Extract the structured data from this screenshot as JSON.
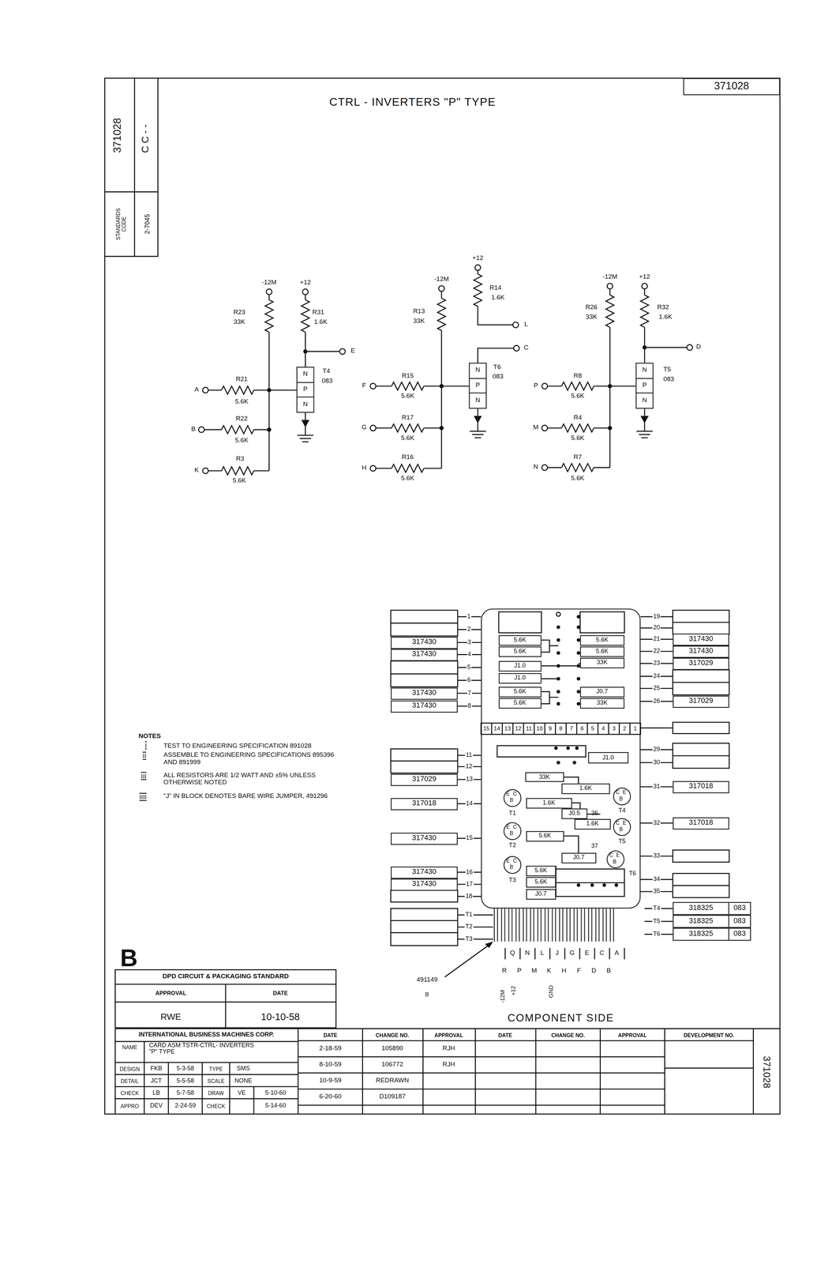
{
  "diagram": {
    "title": "CTRL - INVERTERS \"P\" TYPE",
    "nodes": [
      {
        "text": [
          "371028"
        ]
      },
      {
        "text": [
          "N",
          "P",
          "N"
        ]
      },
      {
        "text": [
          "N",
          "P",
          "N"
        ]
      },
      {
        "text": [
          "N",
          "P",
          "N"
        ]
      },
      {
        "text": [
          "317430"
        ]
      },
      {
        "text": [
          "317430"
        ]
      },
      {
        "text": [
          "317430"
        ]
      },
      {
        "text": [
          "317430"
        ]
      },
      {
        "text": [
          "COMPONENT SIDE"
        ]
      },
      {
        "text": [
          "5.6K"
        ],
        "in": 8
      },
      {
        "text": [
          "5.6K"
        ],
        "in": 8
      },
      {
        "text": [
          "J1.0"
        ],
        "in": 8
      },
      {
        "text": [
          "J1.0"
        ],
        "in": 8
      },
      {
        "text": [
          "5.6K"
        ],
        "in": 8
      },
      {
        "text": [
          "5.6K"
        ],
        "in": 8
      },
      {
        "text": [
          "5.6K"
        ],
        "in": 8
      },
      {
        "text": [
          "5.6K"
        ],
        "in": 8
      },
      {
        "text": [
          "33K"
        ],
        "in": 8
      },
      {
        "text": [
          "J0.7"
        ],
        "in": 8
      },
      {
        "text": [
          "33K"
        ],
        "in": 8
      },
      {
        "text": [
          "J1.0"
        ],
        "in": 8
      },
      {
        "text": [
          "33K"
        ],
        "in": 8
      },
      {
        "text": [
          "1.6K"
        ],
        "in": 8
      },
      {
        "text": [
          "E",
          "C",
          "B"
        ],
        "in": 8
      },
      {
        "text": [
          "C",
          "E",
          "B"
        ],
        "in": 8
      },
      {
        "text": [
          "1.6K"
        ],
        "in": 8
      },
      {
        "text": [
          "J0.5"
        ],
        "in": 8
      },
      {
        "text": [
          "1.6K"
        ],
        "in": 8
      },
      {
        "text": [
          "E",
          "C",
          "B"
        ],
        "in": 8
      },
      {
        "text": [
          "C",
          "E",
          "B"
        ],
        "in": 8
      },
      {
        "text": [
          "5.6K"
        ],
        "in": 8
      },
      {
        "text": [
          "J0.7"
        ],
        "in": 8
      },
      {
        "text": [
          "E",
          "C",
          "B"
        ],
        "in": 8
      },
      {
        "text": [
          "C",
          "E",
          "B"
        ],
        "in": 8
      },
      {
        "text": [
          "5.6K"
        ],
        "in": 8
      },
      {
        "text": [
          "5.6K"
        ],
        "in": 8
      },
      {
        "text": [
          "J0.7"
        ],
        "in": 8
      },
      {
        "text": [
          "317430"
        ]
      },
      {
        "text": [
          "317430"
        ]
      },
      {
        "text": [
          "317029"
        ]
      },
      {
        "text": [
          "317029"
        ]
      },
      {
        "text": [
          "317029"
        ]
      },
      {
        "text": [
          "317018"
        ]
      },
      {
        "text": [
          "317430"
        ]
      },
      {
        "text": [
          "317430"
        ]
      },
      {
        "text": [
          "317430"
        ]
      },
      {
        "text": [
          "317018"
        ]
      },
      {
        "text": [
          "317018"
        ]
      },
      {
        "text": [
          "318325",
          "083"
        ]
      },
      {
        "text": [
          "318325",
          "083"
        ]
      },
      {
        "text": [
          "318325",
          "083"
        ]
      }
    ],
    "edges": [
      {
        "from": 4,
        "to": 8,
        "arrow": "none",
        "label": "3"
      },
      {
        "from": 5,
        "to": 8,
        "arrow": "none",
        "label": "4"
      },
      {
        "from": 6,
        "to": 8,
        "arrow": "none",
        "label": "7"
      },
      {
        "from": 7,
        "to": 8,
        "arrow": "none",
        "label": "8"
      },
      {
        "from": 41,
        "to": 8,
        "arrow": "none",
        "label": "13"
      },
      {
        "from": 42,
        "to": 8,
        "arrow": "none",
        "label": "14"
      },
      {
        "from": 43,
        "to": 8,
        "arrow": "none",
        "label": "15"
      },
      {
        "from": 44,
        "to": 8,
        "arrow": "none",
        "label": "16"
      },
      {
        "from": 45,
        "to": 8,
        "arrow": "none",
        "label": "17"
      },
      {
        "from": 37,
        "to": 8,
        "arrow": "none",
        "label": "21"
      },
      {
        "from": 38,
        "to": 8,
        "arrow": "none",
        "label": "22"
      },
      {
        "from": 39,
        "to": 8,
        "arrow": "none",
        "label": "23"
      },
      {
        "from": 40,
        "to": 8,
        "arrow": "none",
        "label": "26"
      },
      {
        "from": 46,
        "to": 8,
        "arrow": "none",
        "label": "31"
      },
      {
        "from": 47,
        "to": 8,
        "arrow": "none",
        "label": "32"
      }
    ],
    "labels": [
      "371028",
      "C C - -",
      "STANDARDS CODE",
      "2-7045",
      "-12M",
      "+12",
      "R23",
      "33K",
      "R31",
      "1.6K",
      "E",
      "T4",
      "083",
      "R21",
      "A",
      "5.6K",
      "R22",
      "B",
      "5.6K",
      "R3",
      "K",
      "5.6K",
      "+12",
      "-12M",
      "R14",
      "1.6K",
      "L",
      "R13",
      "33K",
      "T6",
      "083",
      "C",
      "R15",
      "F",
      "5.6K",
      "R17",
      "G",
      "5.6K",
      "R16",
      "H",
      "5.6K",
      "-12M",
      "+12",
      "R26",
      "33K",
      "R32",
      "1.6K",
      "D",
      "T5",
      "083",
      "R8",
      "P",
      "5.6K",
      "R4",
      "M",
      "5.6K",
      "R7",
      "N",
      "5.6K",
      "1",
      "2",
      "5",
      "6",
      "11",
      "12",
      "18",
      "T1",
      "T2",
      "T3",
      "19",
      "20",
      "24",
      "25",
      "29",
      "30",
      "33",
      "34",
      "35",
      "T4",
      "T5",
      "T6",
      "15",
      "14",
      "13",
      "12",
      "11",
      "10",
      "9",
      "8",
      "7",
      "6",
      "5",
      "4",
      "3",
      "2",
      "1",
      "36",
      "37",
      "T1",
      "T4",
      "T2",
      "T5",
      "T3",
      "T6",
      "Q",
      "N",
      "L",
      "J",
      "G",
      "E",
      "C",
      "A",
      "R",
      "P",
      "M",
      "K",
      "H",
      "F",
      "D",
      "B",
      "-12M",
      "+12",
      "GND",
      "491149",
      "B",
      "NOTES",
      "I",
      "TEST TO ENGINEERING SPECIFICATION 891028",
      "II",
      "ASSEMBLE TO ENGINEERING SPECIFICATIONS 895396 AND 891999",
      "III",
      "ALL RESISTORS ARE 1/2 WATT AND ±5% UNLESS OTHERWISE NOTED",
      "IIII",
      "\"J\" IN BLOCK DENOTES BARE WIRE JUMPER, 491296",
      "B",
      "DPD CIRCUIT & PACKAGING STANDARD",
      "APPROVAL",
      "DATE",
      "RWE",
      "10-10-58",
      "INTERNATIONAL BUSINESS MACHINES CORP.",
      "NAME",
      "CARD ASM TSTR-CTRL- INVERTERS \"P\" TYPE",
      "DESIGN",
      "FKB",
      "5-3-58",
      "TYPE",
      "SMS",
      "DETAIL",
      "JCT",
      "5-5-58",
      "SCALE",
      "NONE",
      "CHECK",
      "LB",
      "5-7-58",
      "DRAW",
      "VE",
      "5-10-60",
      "APPRO",
      "DEV",
      "2-24-59",
      "CHECK",
      "5-14-60",
      "DATE",
      "CHANGE NO.",
      "APPROVAL",
      "DATE",
      "CHANGE NO.",
      "APPROVAL",
      "DEVELOPMENT NO.",
      "2-18-59",
      "105890",
      "RJH",
      "8-10-59",
      "106772",
      "RJH",
      "10-9-59",
      "REDRAWN",
      "6-20-60",
      "D109187",
      "371028"
    ]
  }
}
